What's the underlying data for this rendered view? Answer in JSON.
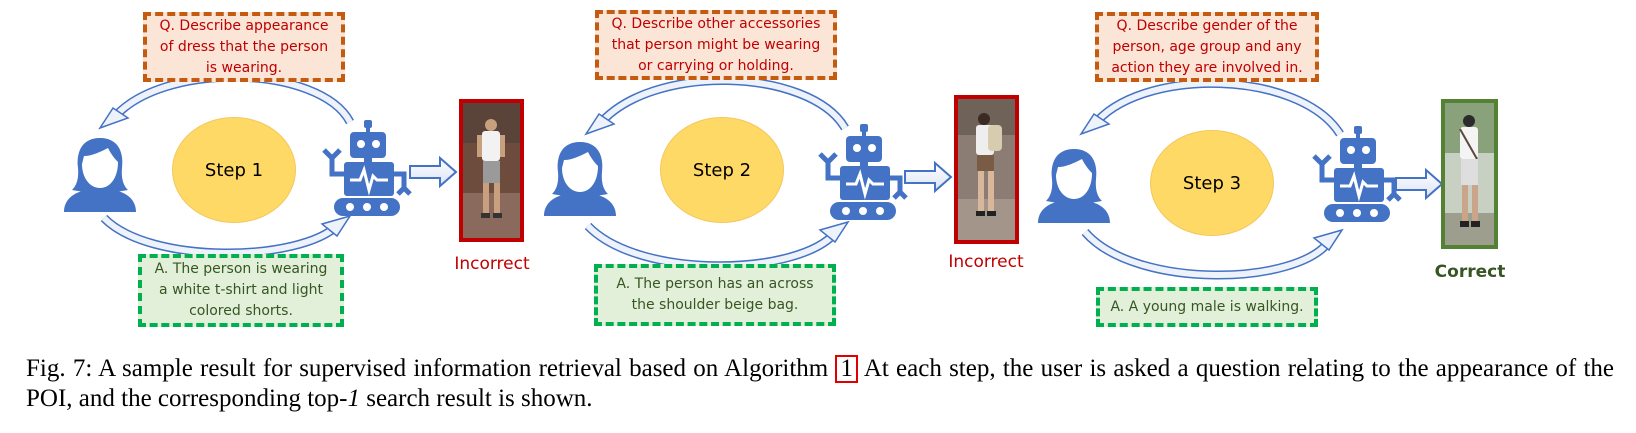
{
  "steps": [
    {
      "label": "Step 1",
      "question": "Q. Describe appearance of dress that the person is wearing.",
      "answer": "A. The person is wearing a white t-shirt and light colored shorts.",
      "result": "Incorrect"
    },
    {
      "label": "Step 2",
      "question": "Q. Describe other accessories that person might be wearing or carrying or holding.",
      "answer": "A. The person has an across the shoulder beige bag.",
      "result": "Incorrect"
    },
    {
      "label": "Step 3",
      "question": "Q. Describe gender of the person, age group and any action they are involved in.",
      "answer": "A. A young male is walking.",
      "result": "Correct"
    }
  ],
  "colors": {
    "icon_blue": "#4472c4",
    "question_border": "#c55a11",
    "question_fill": "#fbe5d6",
    "answer_border": "#00b050",
    "answer_fill": "#e2f0d9",
    "incorrect": "#c00000",
    "correct": "#548235",
    "step_fill": "#ffd966"
  },
  "icons": [
    "user-icon",
    "robot-icon",
    "right-arrow-icon",
    "curved-arrow-icon"
  ],
  "caption": {
    "prefix": "Fig. 7: A sample result for supervised information retrieval based on Algorithm ",
    "ref": "1",
    "middle": " At each step, the user is asked a question relating to the appearance of the POI, and the corresponding top-",
    "italic": "1",
    "suffix": " search result is shown."
  }
}
